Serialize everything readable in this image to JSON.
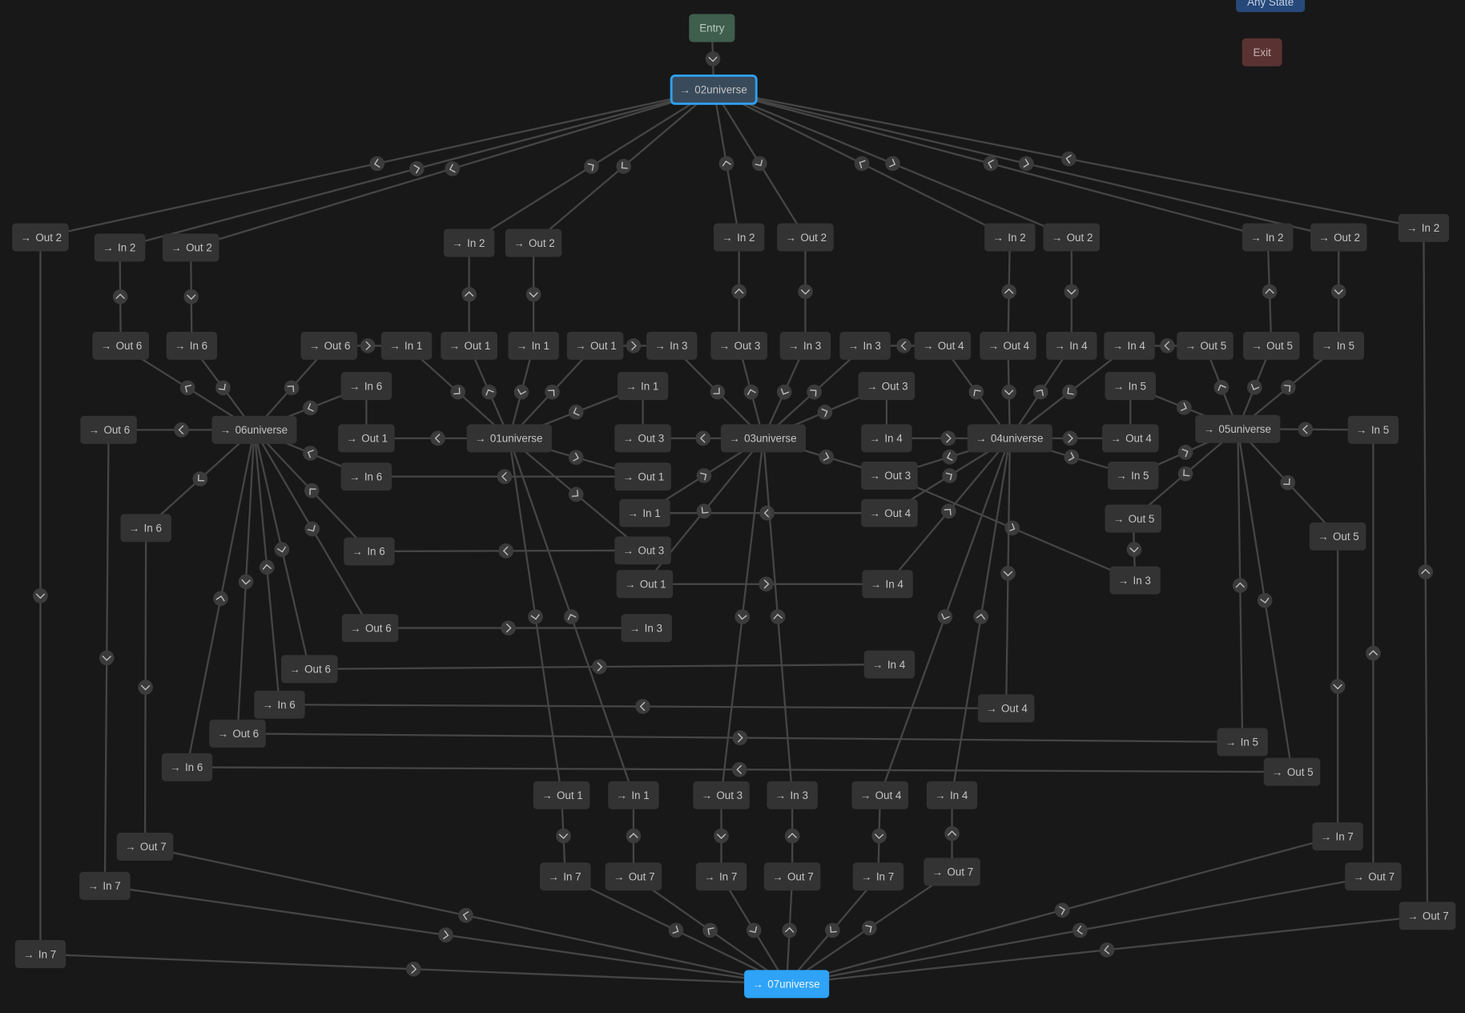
{
  "colors": {
    "background": "#181818",
    "node": "#333333",
    "entry": "#3f5e4e",
    "exit": "#5a3232",
    "any_state": "#27497a",
    "selected_fill": "#394a5b",
    "selected_border": "#2e9ff2",
    "active": "#2ea3f7",
    "edge": "#454545"
  },
  "arrow_glyph": "→",
  "nodes": {
    "entry": {
      "label": "Entry",
      "kind": "entry"
    },
    "any": {
      "label": "Any State",
      "kind": "any"
    },
    "exit": {
      "label": "Exit",
      "kind": "exit"
    },
    "u02": {
      "label": "02universe",
      "kind": "selected"
    },
    "u07": {
      "label": "07universe",
      "kind": "active"
    },
    "u06": {
      "label": "06universe",
      "kind": "state"
    },
    "u01": {
      "label": "01universe",
      "kind": "state"
    },
    "u03": {
      "label": "03universe",
      "kind": "state"
    },
    "u04": {
      "label": "04universe",
      "kind": "state"
    },
    "u05": {
      "label": "05universe",
      "kind": "state"
    },
    "a1": {
      "label": "Out 2"
    },
    "a2": {
      "label": "In 2"
    },
    "a3": {
      "label": "Out 2"
    },
    "a4": {
      "label": "In 2"
    },
    "a5": {
      "label": "Out 2"
    },
    "a6": {
      "label": "In 2"
    },
    "a7": {
      "label": "Out 2"
    },
    "a8": {
      "label": "In 2"
    },
    "a9": {
      "label": "Out 2"
    },
    "a10": {
      "label": "In 2"
    },
    "a11": {
      "label": "Out 2"
    },
    "a12": {
      "label": "In 2"
    },
    "b1": {
      "label": "Out 6"
    },
    "b2": {
      "label": "In 6"
    },
    "b3": {
      "label": "Out 6"
    },
    "b4": {
      "label": "In 1"
    },
    "b5": {
      "label": "Out 1"
    },
    "b6": {
      "label": "In 1"
    },
    "b7": {
      "label": "Out 1"
    },
    "b8": {
      "label": "In 3"
    },
    "b9": {
      "label": "Out 3"
    },
    "b10": {
      "label": "In 3"
    },
    "b11": {
      "label": "In 3"
    },
    "b12": {
      "label": "Out 4"
    },
    "b13": {
      "label": "Out 4"
    },
    "b14": {
      "label": "In 4"
    },
    "b15": {
      "label": "In 4"
    },
    "b16": {
      "label": "Out 5"
    },
    "b17": {
      "label": "Out 5"
    },
    "b18": {
      "label": "In 5"
    },
    "c1": {
      "label": "In 6"
    },
    "c2": {
      "label": "In 1"
    },
    "c3": {
      "label": "Out 3"
    },
    "c4": {
      "label": "In 5"
    },
    "c5": {
      "label": "Out 6"
    },
    "c6": {
      "label": "Out 1"
    },
    "c7": {
      "label": "Out 3"
    },
    "c8": {
      "label": "In 4"
    },
    "c9": {
      "label": "Out 4"
    },
    "c10": {
      "label": "In 5"
    },
    "d1": {
      "label": "In 6"
    },
    "d2": {
      "label": "Out 1"
    },
    "d3": {
      "label": "Out 3"
    },
    "d4": {
      "label": "In 5"
    },
    "d5": {
      "label": "In 1"
    },
    "d6": {
      "label": "Out 4"
    },
    "d7": {
      "label": "Out 5"
    },
    "d8": {
      "label": "In 6"
    },
    "d9": {
      "label": "Out 5"
    },
    "e1": {
      "label": "In 6"
    },
    "e2": {
      "label": "Out 3"
    },
    "e3": {
      "label": "In 3"
    },
    "e4": {
      "label": "Out 1"
    },
    "e5": {
      "label": "In 4"
    },
    "e6": {
      "label": "Out 6"
    },
    "e7": {
      "label": "In 3"
    },
    "e8": {
      "label": "Out 6"
    },
    "e9": {
      "label": "In 4"
    },
    "e10": {
      "label": "In 6"
    },
    "e11": {
      "label": "Out 4"
    },
    "e12": {
      "label": "Out 6"
    },
    "e13": {
      "label": "In 5"
    },
    "e14": {
      "label": "In 6"
    },
    "e15": {
      "label": "Out 5"
    },
    "f1": {
      "label": "Out 1"
    },
    "f2": {
      "label": "In 1"
    },
    "f3": {
      "label": "Out 3"
    },
    "f4": {
      "label": "In 3"
    },
    "f5": {
      "label": "Out 4"
    },
    "f6": {
      "label": "In 4"
    },
    "g1": {
      "label": "Out 7"
    },
    "g2": {
      "label": "In 7"
    },
    "g3": {
      "label": "In 7"
    },
    "g4": {
      "label": "Out 7"
    },
    "g5": {
      "label": "In 7"
    },
    "g6": {
      "label": "Out 7"
    },
    "g7": {
      "label": "In 7"
    },
    "g8": {
      "label": "Out 7"
    },
    "g9": {
      "label": "In 7"
    },
    "g10": {
      "label": "Out 7"
    },
    "g11": {
      "label": "Out 7"
    },
    "g12": {
      "label": "In 7"
    }
  },
  "edges": [
    [
      "entry",
      "u02"
    ],
    [
      "u02",
      "a1"
    ],
    [
      "a2",
      "u02"
    ],
    [
      "u02",
      "a3"
    ],
    [
      "a4",
      "u02"
    ],
    [
      "u02",
      "a5"
    ],
    [
      "a6",
      "u02"
    ],
    [
      "u02",
      "a7"
    ],
    [
      "a8",
      "u02"
    ],
    [
      "u02",
      "a9"
    ],
    [
      "a10",
      "u02"
    ],
    [
      "u02",
      "a11"
    ],
    [
      "a12",
      "u02"
    ],
    [
      "a1",
      "g12"
    ],
    [
      "b1",
      "a2"
    ],
    [
      "a3",
      "b2"
    ],
    [
      "b5",
      "a4"
    ],
    [
      "a5",
      "b6"
    ],
    [
      "b9",
      "a6"
    ],
    [
      "a7",
      "b10"
    ],
    [
      "b13",
      "a8"
    ],
    [
      "a9",
      "b14"
    ],
    [
      "b17",
      "a10"
    ],
    [
      "a11",
      "b18"
    ],
    [
      "g11",
      "a12"
    ],
    [
      "u06",
      "b1"
    ],
    [
      "b2",
      "u06"
    ],
    [
      "u06",
      "b3"
    ],
    [
      "c1",
      "u06"
    ],
    [
      "u06",
      "c5"
    ],
    [
      "b3",
      "b4"
    ],
    [
      "u06",
      "d8"
    ],
    [
      "d8",
      "g1"
    ],
    [
      "c5",
      "g2"
    ],
    [
      "d1",
      "u06"
    ],
    [
      "e1",
      "u06"
    ],
    [
      "u06",
      "e6"
    ],
    [
      "u06",
      "e8"
    ],
    [
      "e10",
      "u06"
    ],
    [
      "u06",
      "e12"
    ],
    [
      "e14",
      "u06"
    ],
    [
      "b4",
      "u01"
    ],
    [
      "u01",
      "b5"
    ],
    [
      "b6",
      "u01"
    ],
    [
      "u01",
      "b7"
    ],
    [
      "c6",
      "c1"
    ],
    [
      "u01",
      "c6"
    ],
    [
      "u01",
      "d2"
    ],
    [
      "c2",
      "u01"
    ],
    [
      "c7",
      "c2"
    ],
    [
      "u03",
      "c7"
    ],
    [
      "d2",
      "d1"
    ],
    [
      "u01",
      "e2"
    ],
    [
      "e2",
      "e1"
    ],
    [
      "u01",
      "f1"
    ],
    [
      "f2",
      "u01"
    ],
    [
      "e6",
      "e7"
    ],
    [
      "b7",
      "b8"
    ],
    [
      "b8",
      "u03"
    ],
    [
      "u03",
      "b9"
    ],
    [
      "b10",
      "u03"
    ],
    [
      "u03",
      "b11"
    ],
    [
      "u03",
      "c3"
    ],
    [
      "c3",
      "c8"
    ],
    [
      "u03",
      "d3"
    ],
    [
      "d5",
      "u03"
    ],
    [
      "d6",
      "d5"
    ],
    [
      "u03",
      "e4"
    ],
    [
      "e4",
      "e5"
    ],
    [
      "u03",
      "f3"
    ],
    [
      "f4",
      "u03"
    ],
    [
      "b12",
      "b11"
    ],
    [
      "u04",
      "b12"
    ],
    [
      "b13",
      "u04"
    ],
    [
      "u04",
      "b14"
    ],
    [
      "b15",
      "u04"
    ],
    [
      "c8",
      "u04"
    ],
    [
      "u04",
      "c9"
    ],
    [
      "u04",
      "d3"
    ],
    [
      "u04",
      "d4"
    ],
    [
      "d6",
      "u04"
    ],
    [
      "d3",
      "e3"
    ],
    [
      "e5",
      "u04"
    ],
    [
      "u04",
      "e11"
    ],
    [
      "u04",
      "f5"
    ],
    [
      "f6",
      "u04"
    ],
    [
      "e8",
      "e9"
    ],
    [
      "e11",
      "e10"
    ],
    [
      "e12",
      "e13"
    ],
    [
      "e15",
      "e14"
    ],
    [
      "b16",
      "b15"
    ],
    [
      "u05",
      "b16"
    ],
    [
      "b17",
      "u05"
    ],
    [
      "u05",
      "b18"
    ],
    [
      "c4",
      "u05"
    ],
    [
      "c9",
      "c4"
    ],
    [
      "c10",
      "u05"
    ],
    [
      "d4",
      "u05"
    ],
    [
      "u05",
      "d7"
    ],
    [
      "d7",
      "e3"
    ],
    [
      "u05",
      "d9"
    ],
    [
      "e13",
      "u05"
    ],
    [
      "u05",
      "e15"
    ],
    [
      "d9",
      "g9"
    ],
    [
      "g10",
      "c10"
    ],
    [
      "f1",
      "g3"
    ],
    [
      "g4",
      "f2"
    ],
    [
      "f3",
      "g5"
    ],
    [
      "g6",
      "f4"
    ],
    [
      "f5",
      "g7"
    ],
    [
      "g8",
      "f6"
    ],
    [
      "g3",
      "u07"
    ],
    [
      "u07",
      "g4"
    ],
    [
      "g5",
      "u07"
    ],
    [
      "u07",
      "g6"
    ],
    [
      "g7",
      "u07"
    ],
    [
      "u07",
      "g8"
    ],
    [
      "u07",
      "g1"
    ],
    [
      "g2",
      "u07"
    ],
    [
      "g12",
      "u07"
    ],
    [
      "u07",
      "g9"
    ],
    [
      "g10",
      "u07"
    ],
    [
      "g11",
      "u07"
    ]
  ]
}
